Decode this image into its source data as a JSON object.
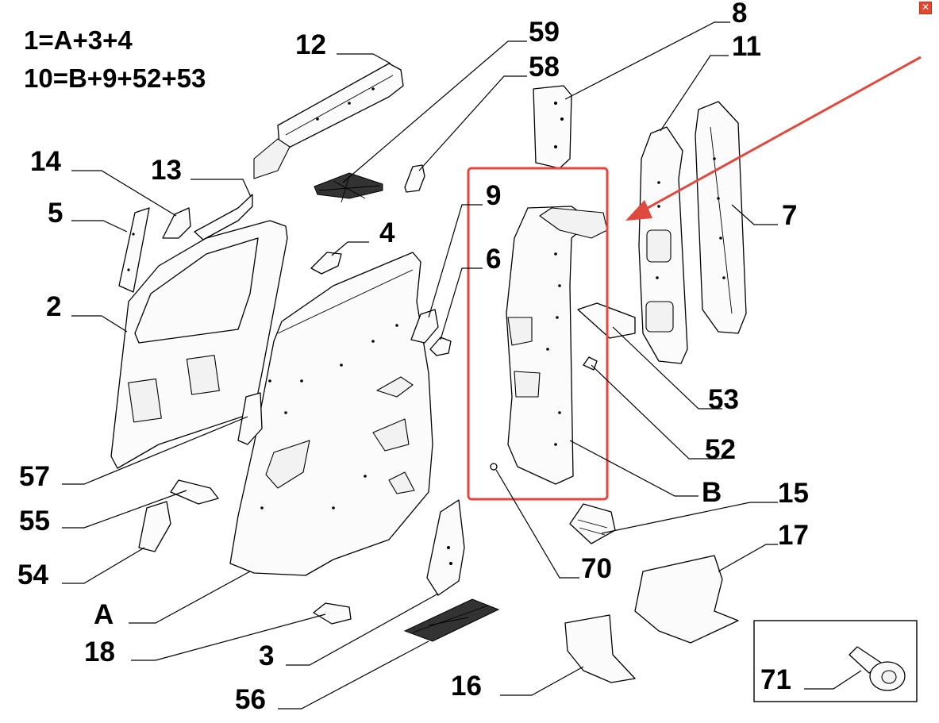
{
  "formulas": [
    "1=A+3+4",
    "10=B+9+52+53"
  ],
  "callouts": {
    "c12": "12",
    "c59": "59",
    "c58": "58",
    "c8": "8",
    "c11": "11",
    "c14": "14",
    "c13": "13",
    "c5": "5",
    "c4": "4",
    "c9": "9",
    "c6": "6",
    "c7": "7",
    "c2": "2",
    "c53": "53",
    "c52": "52",
    "c57": "57",
    "cB": "B",
    "c15": "15",
    "c55": "55",
    "c17": "17",
    "c70": "70",
    "c54": "54",
    "cA": "A",
    "c18": "18",
    "c3": "3",
    "c16": "16",
    "c71": "71",
    "c56": "56"
  },
  "colors": {
    "highlight": "#e8463c",
    "arrow": "#e04a3e",
    "close_button": "#e9462e"
  },
  "icons": {
    "close": "close-icon"
  },
  "close_glyph": "✕"
}
